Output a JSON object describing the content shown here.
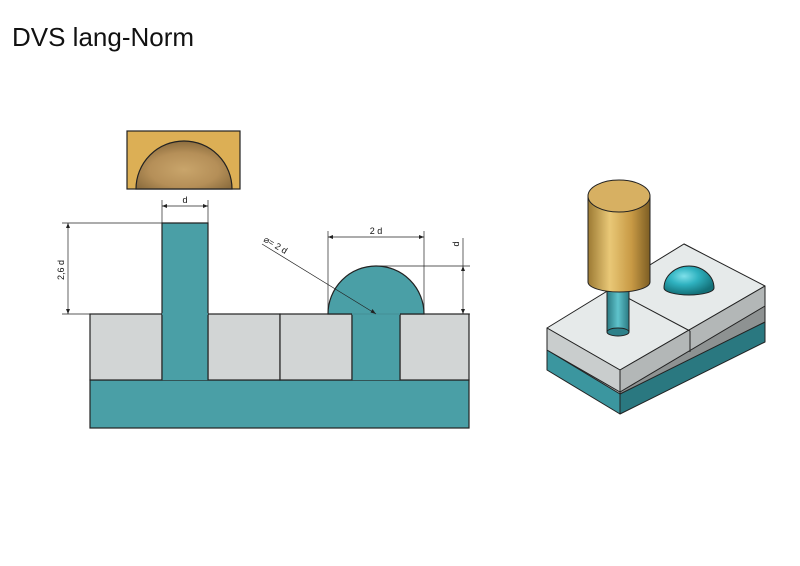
{
  "title": "DVS lang-Norm",
  "dimensions": {
    "stem_width": "d",
    "stem_height": "2,6 d",
    "head_diameter": "⌀= 2 d",
    "head_width": "2 d",
    "head_height": "d"
  },
  "colors": {
    "rivet": "#4a9fa6",
    "plate": "#d2d5d5",
    "die_gold": "#dcaf55",
    "die_cavity": "#b8955a",
    "outline": "#222222",
    "iso_top_light": "#e4e8e8",
    "iso_side_dark": "#a9adad",
    "iso_teal_top": "#3c9aa3",
    "iso_teal_side": "#2a7880"
  }
}
